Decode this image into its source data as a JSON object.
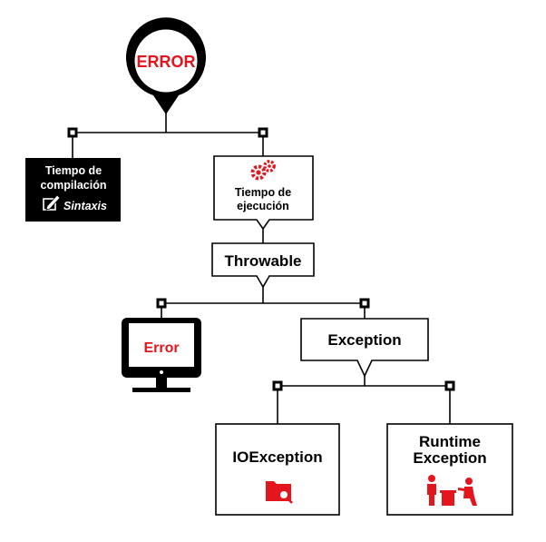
{
  "root": {
    "label": "ERROR"
  },
  "compile": {
    "line1": "Tiempo de",
    "line2": "compilación",
    "sub": "Sintaxis"
  },
  "runtime": {
    "line1": "Tiempo de",
    "line2": "ejecución"
  },
  "throwable": {
    "label": "Throwable"
  },
  "error_node": {
    "label": "Error"
  },
  "exception": {
    "label": "Exception"
  },
  "io": {
    "label": "IOException"
  },
  "rt": {
    "line1": "Runtime",
    "line2": "Exception"
  },
  "colors": {
    "accent": "#e3161d",
    "ink": "#000000",
    "paper": "#ffffff"
  }
}
